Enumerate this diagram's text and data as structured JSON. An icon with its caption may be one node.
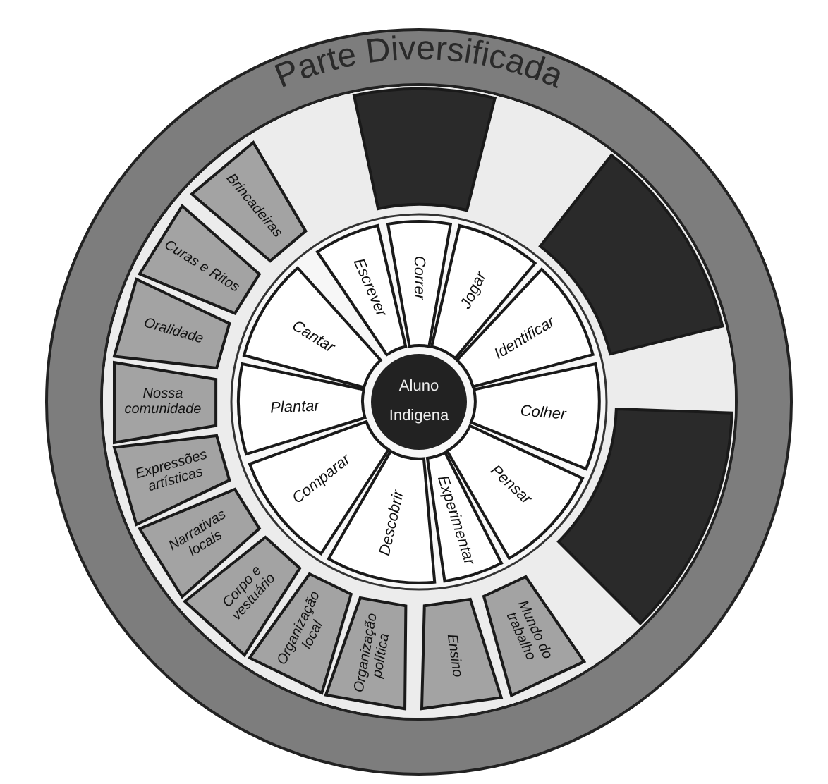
{
  "diagram": {
    "nodes": [
      {
        "text": [
          "Parte Diversificada"
        ]
      },
      {
        "text": [
          "Aluno Indigena"
        ],
        "in": 0
      },
      {
        "text": [
          "Escrever"
        ],
        "in": 0
      },
      {
        "text": [
          "Correr"
        ],
        "in": 0
      },
      {
        "text": [
          "Jogar"
        ],
        "in": 0
      },
      {
        "text": [
          "Identificar"
        ],
        "in": 0
      },
      {
        "text": [
          "Colher"
        ],
        "in": 0
      },
      {
        "text": [
          "Pensar"
        ],
        "in": 0
      },
      {
        "text": [
          "Experimentar"
        ],
        "in": 0
      },
      {
        "text": [
          "Descobrir"
        ],
        "in": 0
      },
      {
        "text": [
          "Comparar"
        ],
        "in": 0
      },
      {
        "text": [
          "Plantar"
        ],
        "in": 0
      },
      {
        "text": [
          "Cantar"
        ],
        "in": 0
      },
      {
        "text": [
          "Brincadeiras"
        ],
        "in": 0
      },
      {
        "text": [
          "Curas e Ritos"
        ],
        "in": 0
      },
      {
        "text": [
          "Oralidade"
        ],
        "in": 0
      },
      {
        "text": [
          "Nossa comunidade"
        ],
        "in": 0
      },
      {
        "text": [
          "Expressões artísticas"
        ],
        "in": 0
      },
      {
        "text": [
          "Narrativas locais"
        ],
        "in": 0
      },
      {
        "text": [
          "Corpo e vestuário"
        ],
        "in": 0
      },
      {
        "text": [
          "Organização local"
        ],
        "in": 0
      },
      {
        "text": [
          "Organização política"
        ],
        "in": 0
      },
      {
        "text": [
          "Ensino"
        ],
        "in": 0
      },
      {
        "text": [
          "Mundo do trabalho"
        ],
        "in": 0
      },
      {
        "text": [],
        "shape": "box",
        "in": 0
      },
      {
        "text": [],
        "shape": "box",
        "in": 0
      },
      {
        "text": [],
        "shape": "box",
        "in": 0
      }
    ]
  }
}
